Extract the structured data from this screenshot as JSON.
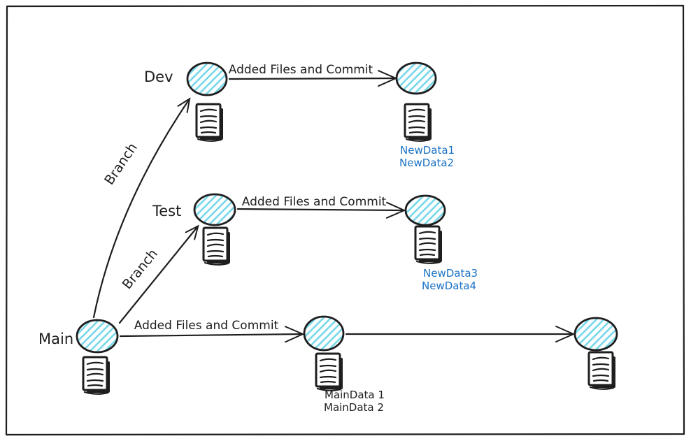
{
  "canvas": {
    "type": "hand-drawn git branching diagram",
    "background": "#ffffff",
    "border_color": "#1e1e1e"
  },
  "colors": {
    "stroke": "#1e1e1e",
    "commit_node_hatch": "#76d8e9",
    "data_label_blue": "#1a72c4"
  },
  "icons": {
    "commit_node": "commit-circle-hatched",
    "files": "document-stack-icon"
  },
  "branches": {
    "dev": {
      "label": "Dev",
      "edge_label": "Added Files and Commit",
      "new_data": [
        "NewData1",
        "NewData2"
      ]
    },
    "test": {
      "label": "Test",
      "edge_label": "Added Files and Commit",
      "new_data": [
        "NewData3",
        "NewData4"
      ]
    },
    "main": {
      "label": "Main",
      "edge_label": "Added Files and Commit",
      "main_data": [
        "MainData 1",
        "MainData 2"
      ]
    }
  },
  "branch_edges": {
    "main_to_dev": "Branch",
    "main_to_test": "Branch"
  }
}
